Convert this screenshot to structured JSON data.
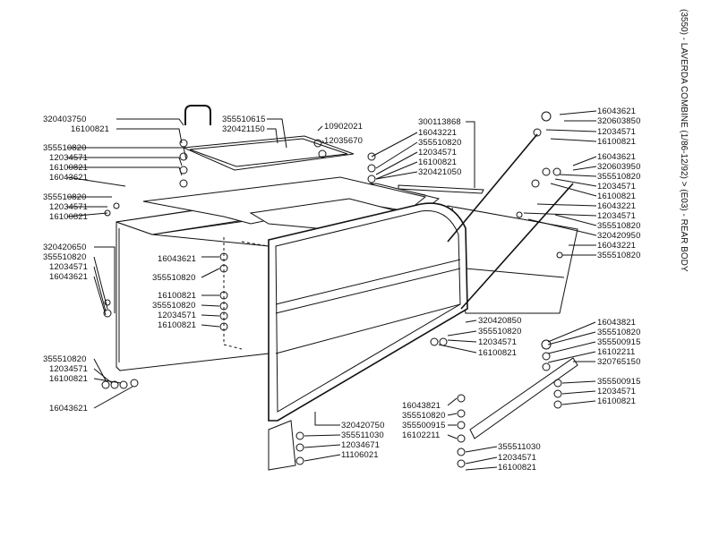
{
  "title": "(3550) - LAVERDA COMBINE (1/86-12/92) > (E03) - REAR BODY",
  "labels": [
    {
      "id": "l1",
      "text": "320403750"
    },
    {
      "id": "l2",
      "text": "16100821"
    },
    {
      "id": "l3",
      "text": "355510820"
    },
    {
      "id": "l4",
      "text": "12034571"
    },
    {
      "id": "l5",
      "text": "16100821"
    },
    {
      "id": "l6",
      "text": "16043621"
    },
    {
      "id": "l7",
      "text": "355510820"
    },
    {
      "id": "l8",
      "text": "12034571"
    },
    {
      "id": "l9",
      "text": "16100821"
    },
    {
      "id": "l10",
      "text": "355510615"
    },
    {
      "id": "l11",
      "text": "320421150"
    },
    {
      "id": "l12",
      "text": "10902021"
    },
    {
      "id": "l13",
      "text": "12035670"
    },
    {
      "id": "l14",
      "text": "16043221"
    },
    {
      "id": "l15",
      "text": "355510820"
    },
    {
      "id": "l16",
      "text": "12034571"
    },
    {
      "id": "l17",
      "text": "16100821"
    },
    {
      "id": "l18",
      "text": "320421050"
    },
    {
      "id": "l19",
      "text": "300113868"
    },
    {
      "id": "l20",
      "text": "16043621"
    },
    {
      "id": "l21",
      "text": "320603850"
    },
    {
      "id": "l22",
      "text": "12034571"
    },
    {
      "id": "l23",
      "text": "16100821"
    },
    {
      "id": "l24",
      "text": "16043621"
    },
    {
      "id": "l25",
      "text": "320603950"
    },
    {
      "id": "l26",
      "text": "355510820"
    },
    {
      "id": "l27",
      "text": "12034571"
    },
    {
      "id": "l28",
      "text": "16100821"
    },
    {
      "id": "l29",
      "text": "16043221"
    },
    {
      "id": "l30",
      "text": "12034571"
    },
    {
      "id": "l31",
      "text": "355510820"
    },
    {
      "id": "l32",
      "text": "320420950"
    },
    {
      "id": "l33",
      "text": "16043221"
    },
    {
      "id": "l34",
      "text": "355510820"
    },
    {
      "id": "l35",
      "text": "320420650"
    },
    {
      "id": "l36",
      "text": "355510820"
    },
    {
      "id": "l37",
      "text": "12034571"
    },
    {
      "id": "l38",
      "text": "16043621"
    },
    {
      "id": "l39",
      "text": "16043621"
    },
    {
      "id": "l40",
      "text": "355510820"
    },
    {
      "id": "l41",
      "text": "16100821"
    },
    {
      "id": "l42",
      "text": "355510820"
    },
    {
      "id": "l43",
      "text": "12034571"
    },
    {
      "id": "l44",
      "text": "16100821"
    },
    {
      "id": "l45",
      "text": "320420850"
    },
    {
      "id": "l46",
      "text": "355510820"
    },
    {
      "id": "l47",
      "text": "12034571"
    },
    {
      "id": "l48",
      "text": "16100821"
    },
    {
      "id": "l49",
      "text": "16043821"
    },
    {
      "id": "l50",
      "text": "355510820"
    },
    {
      "id": "l51",
      "text": "355500915"
    },
    {
      "id": "l52",
      "text": "16102211"
    },
    {
      "id": "l53",
      "text": "320765150"
    },
    {
      "id": "l54",
      "text": "355500915"
    },
    {
      "id": "l55",
      "text": "12034571"
    },
    {
      "id": "l56",
      "text": "16100821"
    },
    {
      "id": "l57",
      "text": "355510820"
    },
    {
      "id": "l58",
      "text": "12034571"
    },
    {
      "id": "l59",
      "text": "16100821"
    },
    {
      "id": "l60",
      "text": "16043621"
    },
    {
      "id": "l61",
      "text": "320420750"
    },
    {
      "id": "l62",
      "text": "355511030"
    },
    {
      "id": "l63",
      "text": "12034671"
    },
    {
      "id": "l64",
      "text": "11106021"
    },
    {
      "id": "l65",
      "text": "16043821"
    },
    {
      "id": "l66",
      "text": "355510820"
    },
    {
      "id": "l67",
      "text": "355500915"
    },
    {
      "id": "l68",
      "text": "16102211"
    },
    {
      "id": "l69",
      "text": "355511030"
    },
    {
      "id": "l70",
      "text": "12034571"
    },
    {
      "id": "l71",
      "text": "16100821"
    }
  ]
}
